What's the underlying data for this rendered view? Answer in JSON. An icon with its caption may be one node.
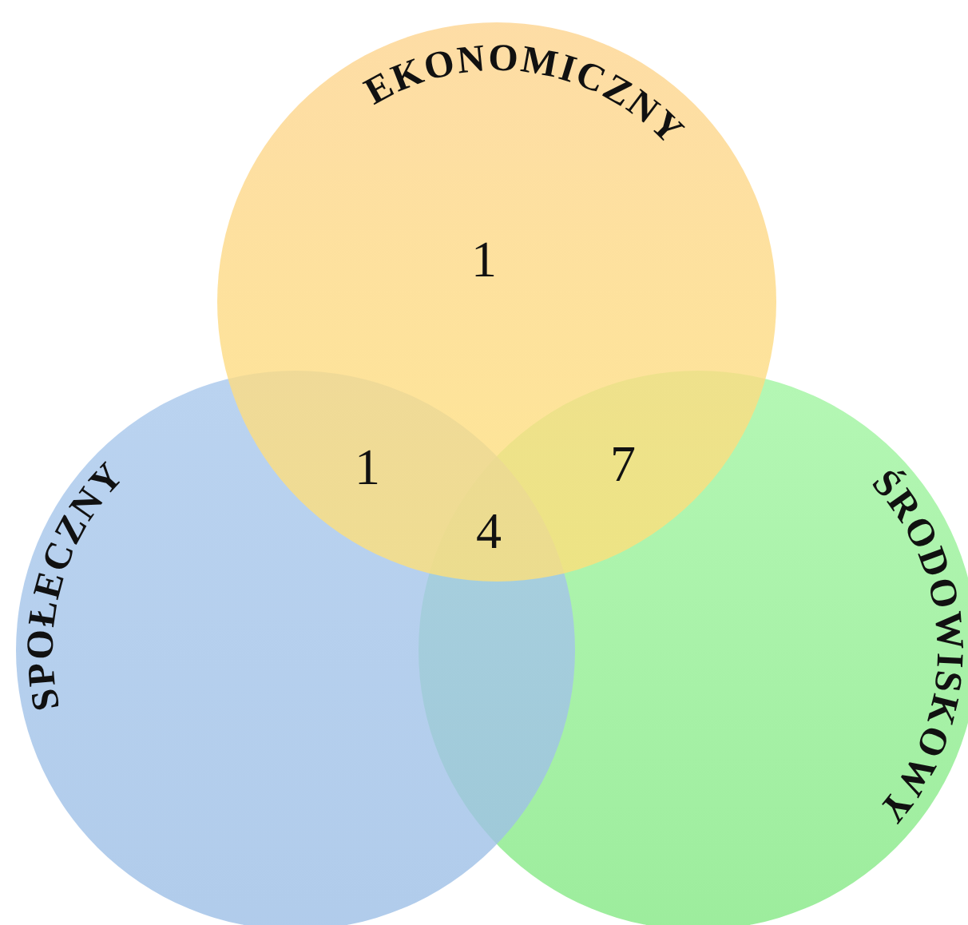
{
  "diagram": {
    "nodes": [
      {
        "text": [
          "EKONOMICZNY"
        ]
      },
      {
        "text": [
          "SPOŁECZNY"
        ]
      },
      {
        "text": [
          "ŚRODOWISKOWY"
        ]
      }
    ],
    "labels": [
      "1",
      "1",
      "7",
      "4"
    ]
  }
}
